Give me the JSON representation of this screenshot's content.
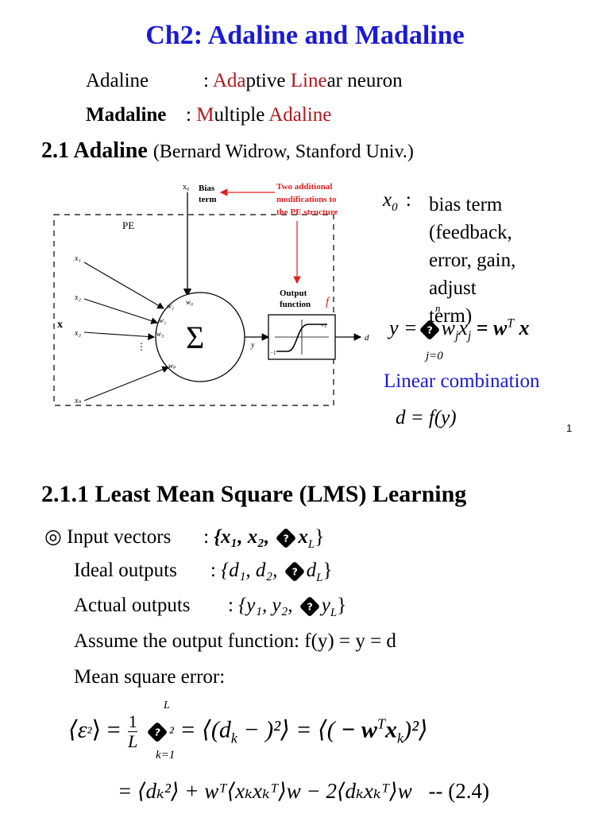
{
  "slide1": {
    "title": "Ch2: Adaline and Madaline",
    "adaline_def": {
      "term": "Adaline",
      "sep": ":",
      "p1": "Ada",
      "p2": "ptive ",
      "p3": "Line",
      "p4": "ar neuron"
    },
    "madaline_def": {
      "term": "Madaline",
      "sep": ":",
      "p1": "M",
      "p2": "ultiple ",
      "p3": "Adaline"
    },
    "section": "2.1 Adaline",
    "section_sub": "(Bernard Widrow, Stanford Univ.)",
    "diagram": {
      "x0_label": "x₀",
      "bias_label_1": "Bias",
      "bias_label_2": "term",
      "note_1": "Two additional",
      "note_2": "modifications to",
      "note_3": "the PE structure",
      "pe_label": "PE",
      "input_vec": "x",
      "inputs": [
        "x₁",
        "x₂",
        "x₃",
        "xₙ"
      ],
      "weights": [
        "w₀",
        "w₁",
        "w₂",
        "w₃",
        "wₚ"
      ],
      "sigma": "Σ",
      "y_label": "y",
      "output_fn_1": "Output",
      "output_fn_2": "function",
      "f_label": "f",
      "plus1": "+1",
      "minus1": "−1",
      "d_label": "d"
    },
    "side": {
      "x0": "x",
      "x0_sub": "0",
      "colon": ":",
      "lines": [
        "bias term",
        "(feedback,",
        "error, gain,",
        "adjust",
        "term)"
      ],
      "eq_lhs": "y =",
      "sum_upper": "n",
      "sum_lower": "j=0",
      "eq_rhs_1": "w",
      "eq_rhs_1_sub": "j",
      "eq_rhs_2": "x",
      "eq_rhs_2_sub": "j",
      "eq_rhs_3": "= w",
      "eq_rhs_3_sup": "T",
      "eq_rhs_4": " x",
      "linear": "Linear combination",
      "d_eq": "d = f(y)"
    },
    "page_number": "1"
  },
  "slide2": {
    "section": "2.1.1 Least Mean Square (LMS) Learning",
    "bullet": "◎",
    "rows": [
      {
        "label": "Input vectors",
        "sep": ":",
        "set": "{x₁, x₂, ",
        "tail": "x",
        "tail_sub": "L",
        "close": "}"
      },
      {
        "label": "Ideal outputs",
        "sep": ":",
        "set": "{d₁, d₂, ",
        "tail": "d",
        "tail_sub": "L",
        "close": "}"
      },
      {
        "label": "Actual outputs",
        "sep": ":",
        "set": "{y₁, y₂, ",
        "tail": "y",
        "tail_sub": "L",
        "close": "}"
      }
    ],
    "assume": "Assume the output function: f(y) = y = d",
    "mse_label": "Mean square error:",
    "eq1_lhs": "⟨ε",
    "eq1_frac_num": "1",
    "eq1_frac_den": "L",
    "eq1_sum_upper": "L",
    "eq1_sum_lower": "k=1",
    "eq1_mid": "= ⟨(d",
    "eq1_mid_sub": "k",
    "eq1_mid2": " −",
    "eq1_mid3": ")²⟩ = ⟨(",
    "eq1_rhs": " − w",
    "eq1_rhs_sup": "T",
    "eq1_rhs2": "x",
    "eq1_rhs2_sub": "k",
    "eq1_rhs3": ")²⟩",
    "eq2": "= ⟨dₖ²⟩ + wᵀ⟨xₖxₖᵀ⟩w − 2⟨dₖxₖᵀ⟩w",
    "eq2_tag": "-- (2.4)"
  },
  "colors": {
    "title_blue": "#1a1ad6",
    "accent_red": "#b0171e",
    "note_red": "#e02020"
  }
}
